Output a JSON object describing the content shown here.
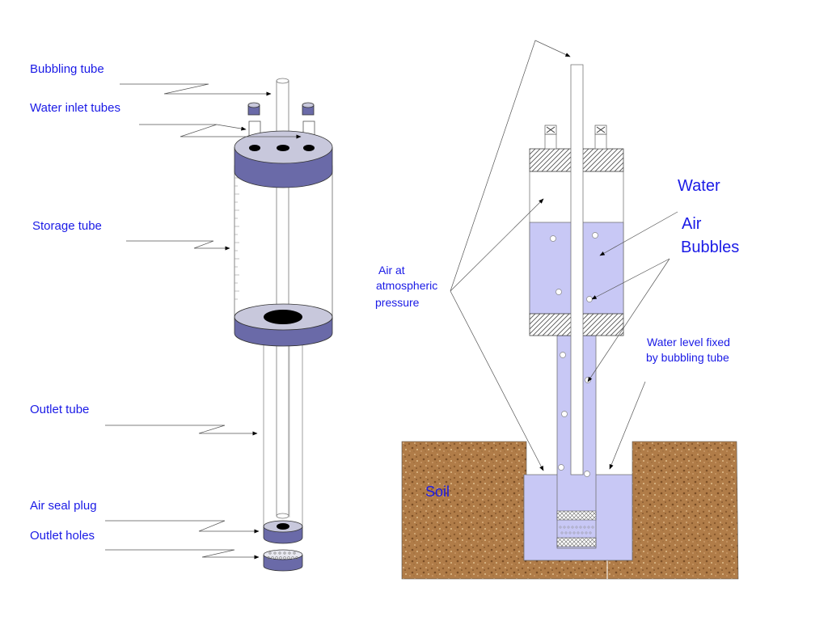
{
  "colors": {
    "label_text": "#1a1ae6",
    "cap_purple": "#6a6aa8",
    "cap_top": "#c8c8dc",
    "water": "#c8c8f5",
    "soil": "#b07c48",
    "line": "#444444"
  },
  "left_labels": {
    "bubbling_tube": "Bubbling tube",
    "water_inlet_tubes": "Water inlet tubes",
    "storage_tube": "Storage tube",
    "outlet_tube": "Outlet tube",
    "air_seal_plug": "Air seal plug",
    "outlet_holes": "Outlet holes"
  },
  "right_labels": {
    "water": "Water",
    "air_bubbles_line1": "Air",
    "air_bubbles_line2": "Bubbles",
    "air_pressure_line1": "Air at",
    "air_pressure_line2": "atmospheric",
    "air_pressure_line3": "pressure",
    "water_level_line1": "Water level fixed",
    "water_level_line2": "by bubbling tube",
    "soil": "Soil"
  }
}
